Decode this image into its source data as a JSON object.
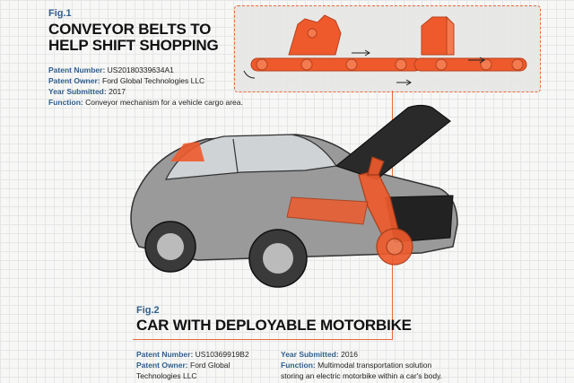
{
  "fig1": {
    "label": "Fig.1",
    "title_line1": "CONVEYOR BELTS TO",
    "title_line2": "HELP SHIFT SHOPPING",
    "patent_number_key": "Patent Number:",
    "patent_number": "US20180339634A1",
    "patent_owner_key": "Patent Owner:",
    "patent_owner": "Ford Global Technologies LLC",
    "year_key": "Year Submitted:",
    "year": "2017",
    "function_key": "Function:",
    "function": "Conveyor mechanism for a vehicle cargo area."
  },
  "fig2": {
    "label": "Fig.2",
    "title": "CAR WITH DEPLOYABLE MOTORBIKE",
    "patent_number_key": "Patent Number:",
    "patent_number": "US10369919B2",
    "patent_owner_key": "Patent Owner:",
    "patent_owner_line1": "Ford Global",
    "patent_owner_line2": "Technologies LLC",
    "year_key": "Year Submitted:",
    "year": "2016",
    "function_key": "Function:",
    "function_line1": "Multimodal transportation solution",
    "function_line2": "storing an electric motorbike within a car's body."
  },
  "colors": {
    "accent": "#e8532a",
    "label_blue": "#2f5f8f"
  }
}
